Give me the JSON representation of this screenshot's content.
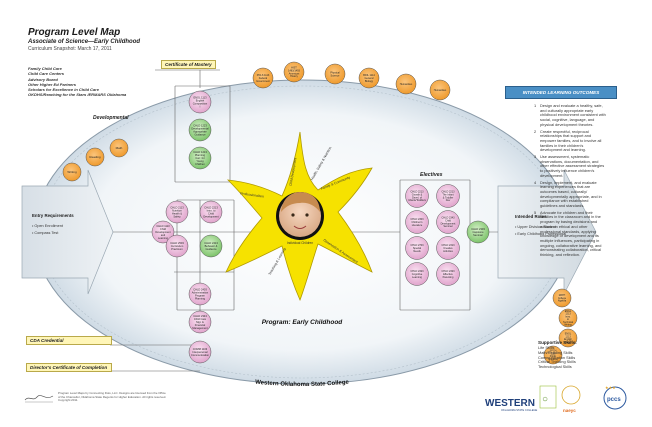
{
  "header": {
    "title": "Program Level Map",
    "subtitle": "Associate of Science—Early Childhood",
    "snapshot": "Curriculum Snapshot: March 17, 2011"
  },
  "partners": [
    "Family Child Care",
    "Child Care Centers",
    "Advisory Board",
    "Other Higher Ed Partners",
    "Scholars for Excellence in Child Care",
    "OKDHS/Reaching for the Stars /ERMARS Oklahoma"
  ],
  "certificates": {
    "mastery": "Certificate of Mastery",
    "cda": "CDA Credential",
    "director": "Director's Certificate of Completion"
  },
  "developmental": {
    "label": "Developmental",
    "courses": [
      "Math",
      "Reading",
      "Writing"
    ]
  },
  "general_education": [
    "POLS 1113 Federal Government",
    "HIST 1483/1493 American History",
    "Physical Science",
    "BIOL 1114 General Biology",
    "Humanities",
    "Humanities"
  ],
  "entry": {
    "title": "Entry Requirements",
    "items": [
      "• Open Enrollment",
      "• Compass Test"
    ]
  },
  "intended": {
    "title": "Intended Roles",
    "items": [
      "• Upper Division Student",
      "• Early Childhood Professional"
    ]
  },
  "courses": {
    "intro": "CHLD 1113 Child Development and Learning",
    "english": "ENGL 1113 English Composition I",
    "guidance": "CHLD 1223 Developmental Appropriate Guidance",
    "planning": "CHLD 1213 Planning Curr. for Young Children",
    "nutrition": "CHLD 2113 Nutrition Health & Safety",
    "intro_prof": "CHLD 2213 Intro. to Child Development",
    "curriculum": "CHLD 2503 Curriculum Practicum",
    "behavior": "CHLD 2413 Behavior & Guidance",
    "admin": "CHLD 2403 Administration Program Planning",
    "admin_mgmt": "CHLD 2343 Child Care Mgt. & Financial Management",
    "comm": "COMM 1103 Interpersonal Communication",
    "capstone": "CHLD 2303 Capstone Seminar",
    "math": "MATH College Algebra",
    "engl_tech": "ENGL 1213 Intro. to Technical Writing",
    "engl_comp": "ENGL 1213 English Comp. II",
    "speech": "SPCH 1113 Public Speaking"
  },
  "electives": {
    "label": "Electives",
    "items": [
      "CHLD 2213 Growth & Devel. of Infants/Toddlers",
      "CHLD 2213 The Infant & Toddler Dev",
      "CHLD 2303 Children's Literature",
      "CHLD 2343 Child Development Seminar",
      "CHLD 2703 Special Needs",
      "CHLD 2313 Creative Activities",
      "CHLD 2323 Cognitive Learning",
      "CHLD 2323 Effective Parenting"
    ]
  },
  "star_points": [
    "Child Development",
    "Family & Community",
    "Observation & Assessment",
    "Teaching & Learning",
    "Professionalism",
    "Health, Safety & Nutrition"
  ],
  "star_center": "Individual Children",
  "program_label": "Program:  Early Childhood",
  "college_label": "Western Oklahoma State College",
  "ilo": {
    "title": "INTENDED LEARNING OUTCOMES",
    "outcomes": [
      {
        "num": "1",
        "text": "Design and evaluate a healthy, safe, and culturally appropriate early childhood environment consistent with social, cognitive, language, and physical development theories."
      },
      {
        "num": "2",
        "text": "Create respectful, reciprocal relationships that support and empower families, and to involve all families in their children's development and learning."
      },
      {
        "num": "3",
        "text": "Use assessment, systematic observations, documentation, and other effective assessment strategies to positively influence children's development."
      },
      {
        "num": "4",
        "text": "Design, implement, and evaluate learning experiences that are outcomes based, culturally/ developmentally appropriate, and in compliance with established guidelines and standards."
      },
      {
        "num": "5",
        "text": "Advocate for children and their families in the classroom and in the program by basing decisions and actions on ethical and other professional standards, applying knowledge of development and its multiple influences, participating in ongoing, collaborative learning, and demonstrating collaboration, critical thinking, and reflection."
      }
    ]
  },
  "skills": {
    "title": "Supportive Skills:",
    "items": [
      "Life Skills",
      "Math/Reading Skills",
      "Communication Skills",
      "Critical Thinking Skills",
      "Technological Skills"
    ]
  },
  "copyright": "Program Level Maps by Connecting Dots, LLC. Designs are licensed from the Office of the Chancellor, Oklahoma State Regents for Higher Education. All rights reserved. Copyright 2011.",
  "logos": {
    "western": "WESTERN",
    "western_sub": "OKLAHOMA STATE COLLEGE",
    "naeyc": "naeyc",
    "pccs": "pccs"
  },
  "colors": {
    "ellipse_fill": "#dde8f0",
    "ellipse_edge": "#8a9aa8",
    "pink_node": "#e8b6d6",
    "green_node": "#8ccf7a",
    "orange_node": "#f5a641",
    "star": "#f6e200",
    "ilo_header": "#4a8fc5",
    "yellow_box": "#fff6b8"
  }
}
